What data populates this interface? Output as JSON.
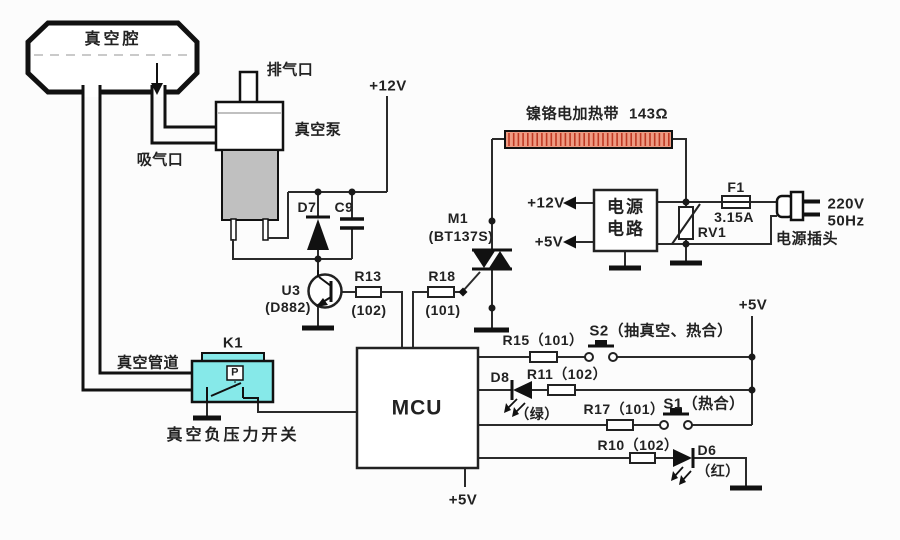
{
  "colors": {
    "heater_fill": "#ef9b82",
    "heater_stripe": "#bf3a24",
    "pressure_switch_fill": "#86e9e9",
    "motor_fill": "#c0c0c0",
    "wire": "#2b2b2b"
  },
  "vacuum": {
    "chamber_label": "真空腔",
    "exhaust_port_label": "排气口",
    "pump_label": "真空泵",
    "intake_port_label": "吸气口",
    "pipe_label": "真空管道",
    "pressure_switch": {
      "ref": "K1",
      "sensor_mark": "P",
      "label": "真空负压力开关"
    }
  },
  "driver": {
    "supply_label": "+12V",
    "diode_ref": "D7",
    "cap_ref": "C9",
    "transistor_ref": "U3",
    "transistor_part": "(D882)",
    "r13_ref": "R13",
    "r13_val": "(102)",
    "r18_ref": "R18",
    "r18_val": "(101)"
  },
  "heater": {
    "label": "镍铬电加热带",
    "value": "143Ω",
    "triac_ref": "M1",
    "triac_part": "(BT137S)"
  },
  "power": {
    "box_line1": "电源",
    "box_line2": "电路",
    "out_12v": "+12V",
    "out_5v": "+5V",
    "fuse_ref": "F1",
    "fuse_rating": "3.15A",
    "varistor_ref": "RV1",
    "mains_voltage": "220V",
    "mains_freq": "50Hz",
    "plug_label": "电源插头"
  },
  "mcu": {
    "label": "MCU",
    "supply_label": "+5V"
  },
  "io": {
    "rail_label": "+5V",
    "r15": "R15（101）",
    "s2": "S2（抽真空、热合）",
    "d8_ref": "D8",
    "r11": "R11（102）",
    "d8_color": "（绿）",
    "r17": "R17（101）",
    "s1": "S1（热合）",
    "r10": "R10（102）",
    "d6_ref": "D6",
    "d6_color": "（红）"
  }
}
